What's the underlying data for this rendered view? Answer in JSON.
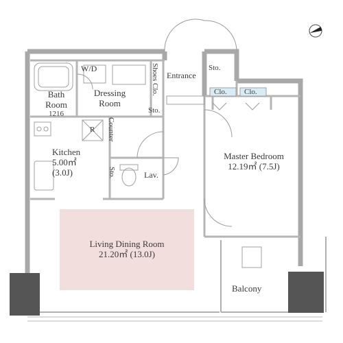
{
  "plan": {
    "bath_room": "Bath\nRoom",
    "bath_code": "1216",
    "wd": "W/D",
    "dressing_room": "Dressing\nRoom",
    "shoes_clo": "Shoes Clo.",
    "entrance": "Entrance",
    "sto_entrance": "Sto.",
    "sto_dressing": "Sto.",
    "sto_lav": "Sto.",
    "clo_left": "Clo.",
    "clo_right": "Clo.",
    "fridge": "R",
    "counter": "Counter",
    "kitchen": "Kitchen",
    "kitchen_area": "5.00㎡",
    "kitchen_j": "(3.0J)",
    "lav": "Lav.",
    "master_bedroom": "Master Bedroom",
    "master_bedroom_area": "12.19㎡ (7.5J)",
    "living_dining": "Living Dining Room",
    "living_dining_area": "21.20㎡ (13.0J)",
    "balcony": "Balcony",
    "compass": "north-arrow-icon",
    "colors": {
      "wall": "#a8a8a8",
      "ldk_fill": "#f3dede",
      "dark_block": "#555555"
    }
  }
}
